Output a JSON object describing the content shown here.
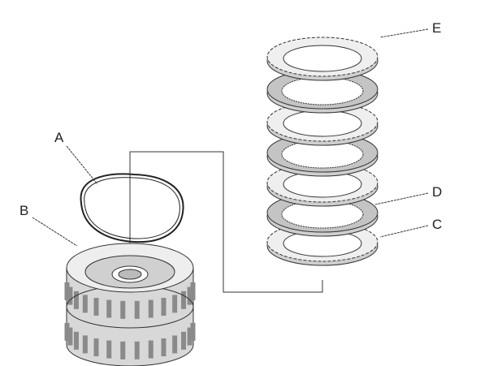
{
  "labels": {
    "a": "A",
    "b": "B",
    "c": "C",
    "d": "D",
    "e": "E"
  },
  "colors": {
    "line": "#333333",
    "shade": "#bdbdbd",
    "light": "#e6e6e6"
  }
}
